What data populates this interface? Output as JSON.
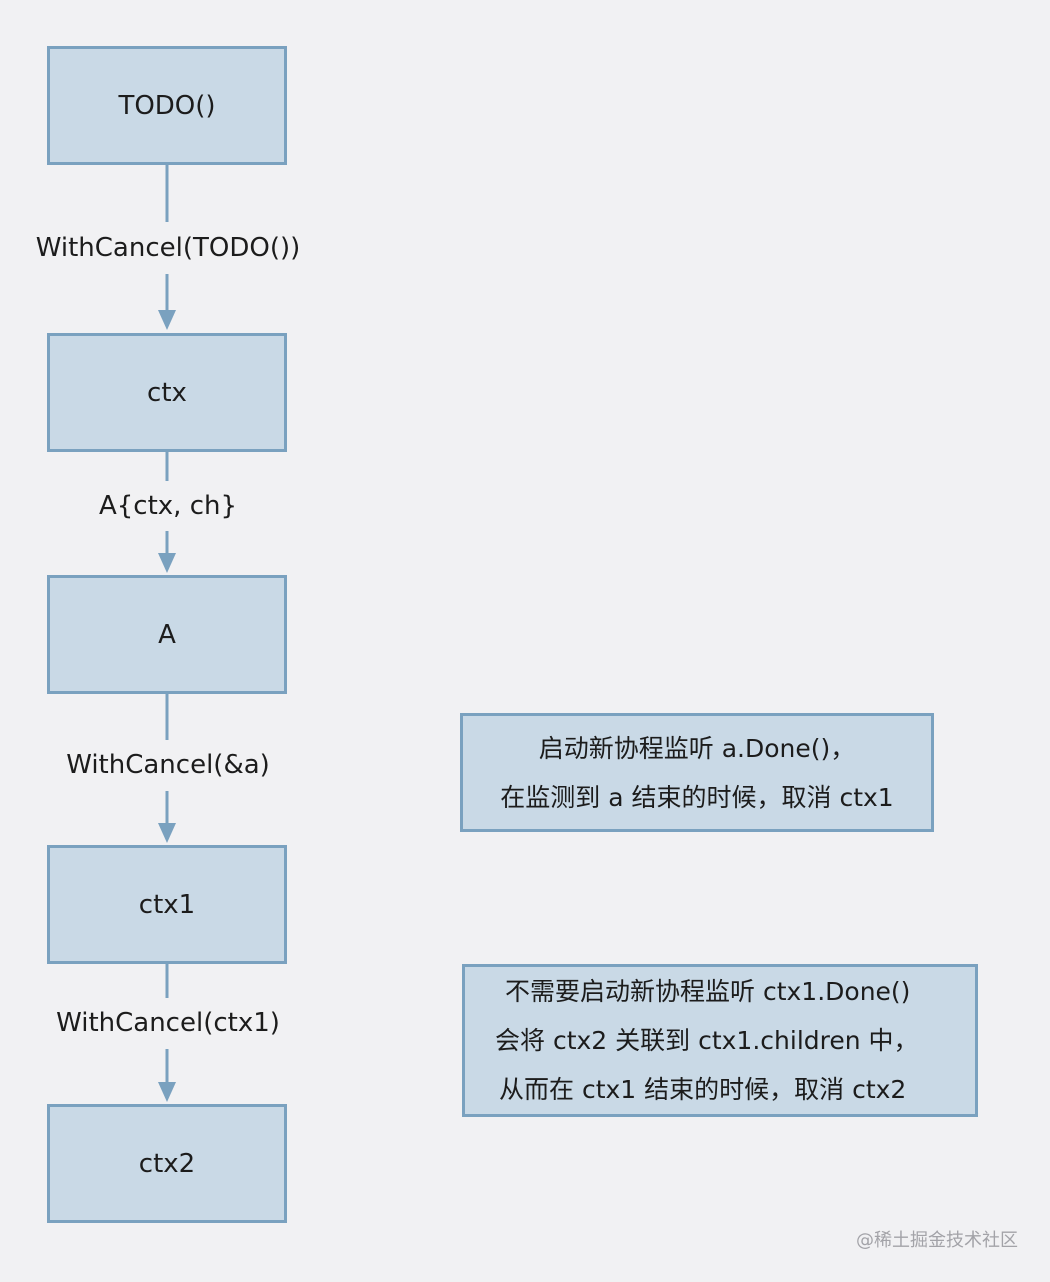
{
  "nodes": {
    "todo": "TODO()",
    "ctx": "ctx",
    "a": "A",
    "ctx1": "ctx1",
    "ctx2": "ctx2"
  },
  "edges": {
    "todo_to_ctx": "WithCancel(TODO())",
    "ctx_to_a": "A{ctx, ch}",
    "a_to_ctx1": "WithCancel(&a)",
    "ctx1_to_ctx2": "WithCancel(ctx1)"
  },
  "notes": {
    "a_note": {
      "lines": [
        "启动新协程监听 a.Done()，",
        "在监测到 a 结束的时候，取消 ctx1"
      ]
    },
    "ctx1_note": {
      "lines": [
        "不需要启动新协程监听 ctx1.Done()",
        "会将 ctx2 关联到 ctx1.children 中，",
        "从而在 ctx1 结束的时候，取消 ctx2"
      ]
    }
  },
  "watermark": "@稀土掘金技术社区",
  "colors": {
    "node_fill": "#c9d9e6",
    "node_border": "#7aa1bf",
    "connector": "#7aa1bf",
    "background": "#f1f1f3"
  }
}
